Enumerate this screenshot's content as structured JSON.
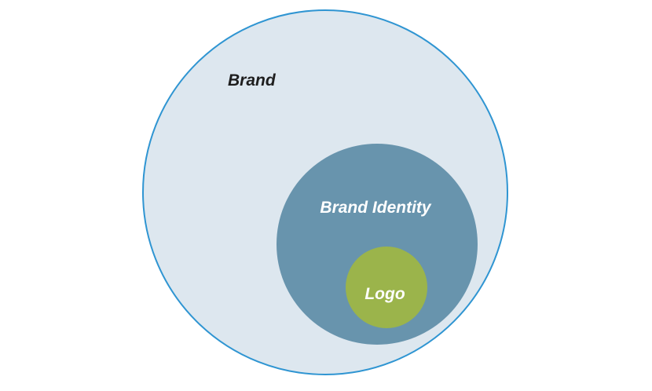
{
  "diagram": {
    "outer_label": "Brand",
    "middle_label": "Brand Identity",
    "inner_label": "Logo"
  },
  "colors": {
    "outer_fill": "#dde7ef",
    "outer_stroke": "#2f95d2",
    "middle_fill": "#6894ad",
    "inner_fill": "#9bb44b",
    "outer_text": "#1e1e1e",
    "inner_text": "#ffffff"
  }
}
